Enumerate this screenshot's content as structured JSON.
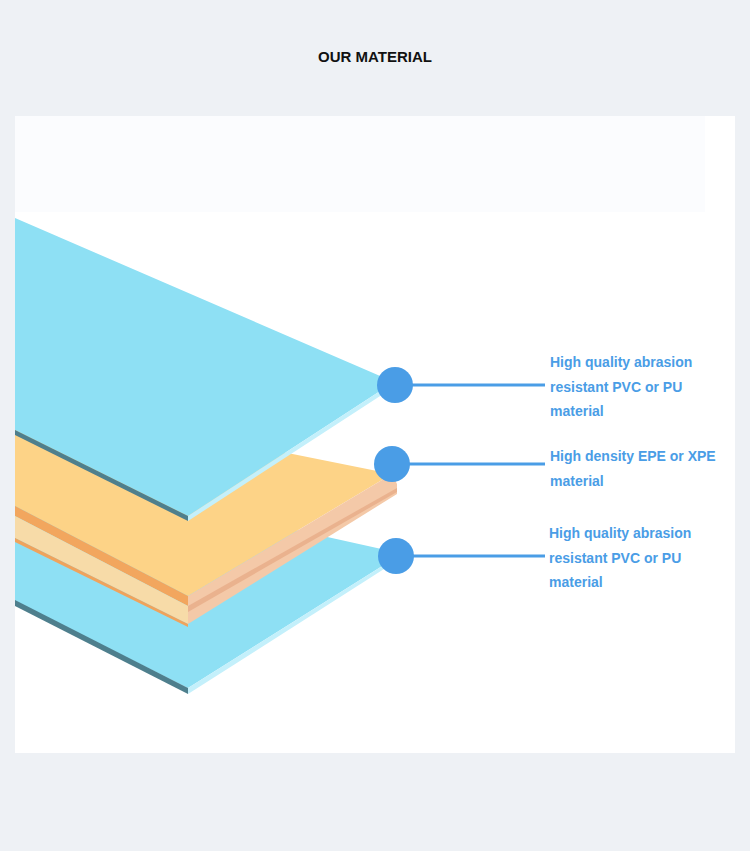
{
  "diagram": {
    "title": "OUR MATERIAL",
    "labels": [
      "High quality abrasion resistant PVC or PU material",
      "High density EPE or XPE material",
      "High quality abrasion resistant PVC or PU material"
    ]
  }
}
